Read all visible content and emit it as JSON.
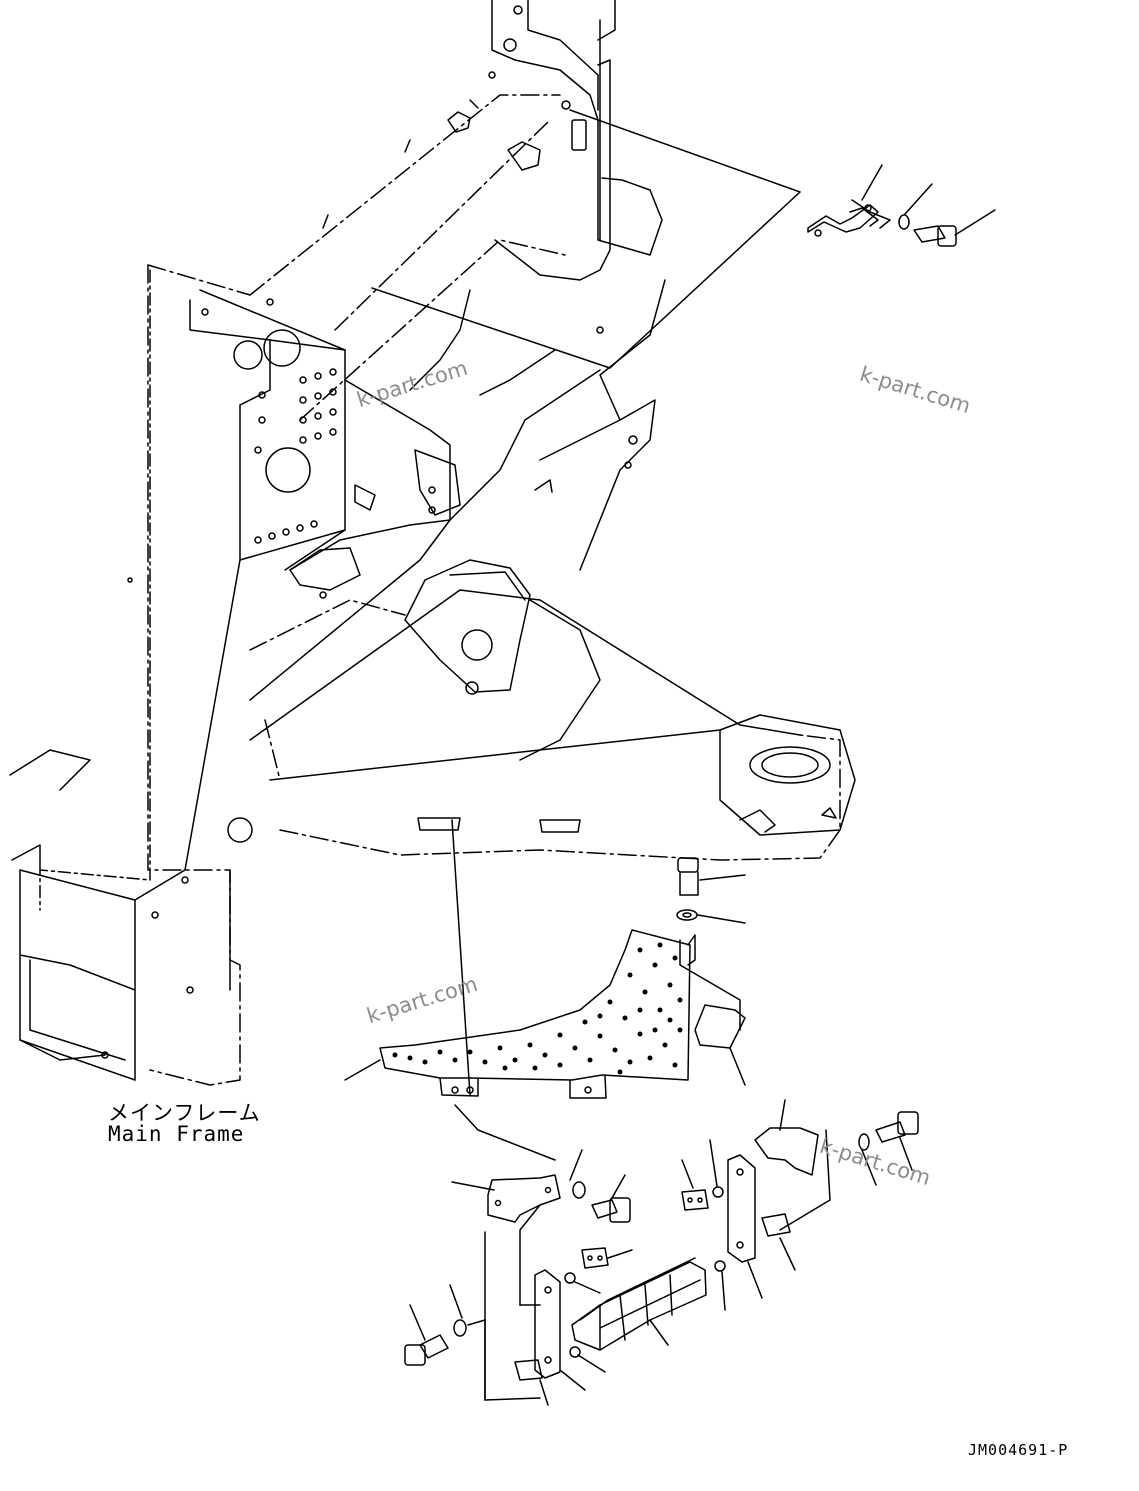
{
  "labels": {
    "main_frame_jp": "メインフレーム",
    "main_frame_en": "Main Frame"
  },
  "document_code": "JM004691-P",
  "watermarks": [
    "k-part.com",
    "k-part.com",
    "k-part.com",
    "k-part.com"
  ],
  "colors": {
    "line": "#000000",
    "watermark": "#8c8c8c",
    "background": "#ffffff"
  }
}
